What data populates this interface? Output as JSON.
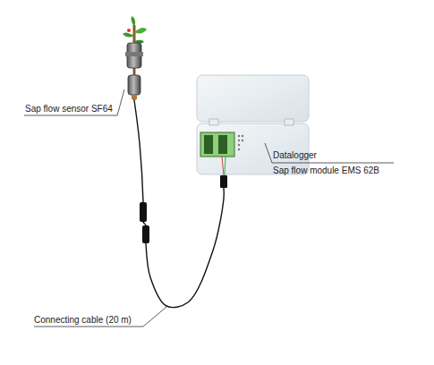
{
  "diagram": {
    "nodes": [
      {
        "text": [
          "Sap flow sensor SF64"
        ]
      },
      {
        "text": [
          "Datalogger",
          "Sap flow module EMS 62B"
        ]
      }
    ],
    "edges": [
      {
        "from": 0,
        "to": 1,
        "arrow": "none",
        "label": "Connecting cable (20 m)"
      }
    ]
  }
}
